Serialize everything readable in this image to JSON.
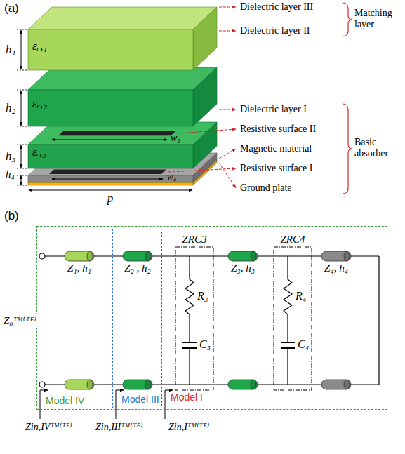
{
  "diagram": {
    "nodes": [
      {
        "text": [
          "Model IV"
        ]
      },
      {
        "text": [
          "Model III"
        ],
        "in": 0
      },
      {
        "text": [
          "Model I"
        ],
        "in": 1
      }
    ],
    "labels": [
      "(a)",
      "h₁",
      "εᵣ,₁",
      "h₂",
      "εᵣ,₂",
      "w₃",
      "h₃",
      "εᵣ,₃",
      "w₄",
      "h₄",
      "p",
      "Dielectric layer III",
      "Dielectric layer II",
      "Matching layer",
      "Dielectric layer I",
      "Resistive surface II",
      "Basic absorber",
      "Magnetic material",
      "Resistive surface I",
      "Ground plate",
      "(b)",
      "ZRC3",
      "ZRC4",
      "Z₁, h₁",
      "Z₂ , h₂",
      "Z₃, h₃",
      "Z₄, h₄",
      "R₃",
      "C₃",
      "R₄",
      "C₄",
      "Z₀ᵀᴹ⁽ᵀᴱ⁾",
      "Zin,IVᵀᴹ⁽ᵀᴱ⁾",
      "Zin,IIIᵀᴹ⁽ᵀᴱ⁾",
      "Zin,Iᵀᴹ⁽ᵀᴱ⁾"
    ]
  }
}
